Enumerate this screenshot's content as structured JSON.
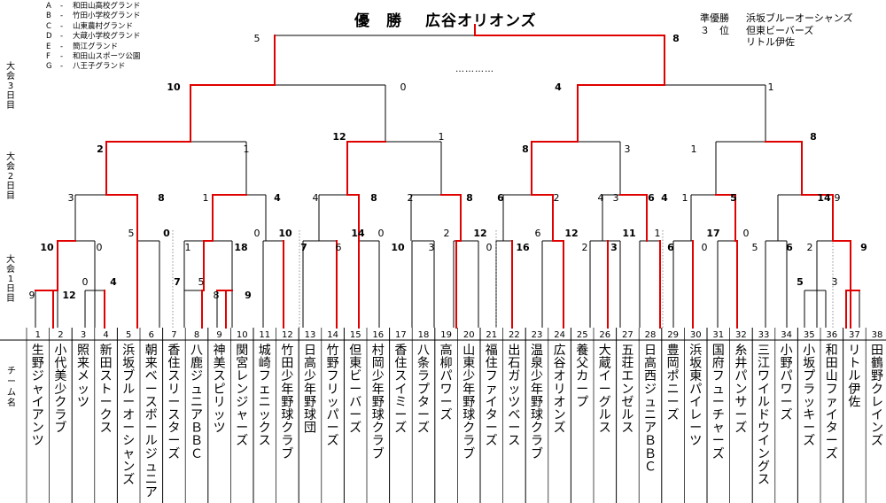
{
  "title": {
    "winner_label": "優　勝",
    "winner": "広谷オリオンズ"
  },
  "runners_up": [
    {
      "label": "準優勝",
      "team": "浜坂ブルーオーシャンズ"
    },
    {
      "label": "３　位",
      "team": "但東ビーバーズ"
    },
    {
      "label": "",
      "team": "リトル伊佐"
    }
  ],
  "grounds": [
    {
      "key": "A",
      "name": "和田山高校グランド"
    },
    {
      "key": "B",
      "name": "竹田小学校グランド"
    },
    {
      "key": "C",
      "name": "山東農村グランド"
    },
    {
      "key": "D",
      "name": "大蔵小学校グランド"
    },
    {
      "key": "E",
      "name": "簡江グランド"
    },
    {
      "key": "F",
      "name": "和田山スポーツ公園"
    },
    {
      "key": "G",
      "name": "八王子グランド"
    }
  ],
  "ground_dash": "-",
  "day_labels": [
    "大会3日目",
    "大会2日目",
    "大会1日目"
  ],
  "team_header": "チーム名",
  "ellipsis": "…………",
  "teams": [
    {
      "no": "1",
      "name": "生野ジャイアンツ"
    },
    {
      "no": "2",
      "name": "小代美少クラブ"
    },
    {
      "no": "3",
      "name": "照来メッツ"
    },
    {
      "no": "4",
      "name": "新田ストークス"
    },
    {
      "no": "5",
      "name": "浜坂ブルーオーシャンズ"
    },
    {
      "no": "6",
      "name": "朝来ベースボールジュニア"
    },
    {
      "no": "7",
      "name": "香住スリースターズ"
    },
    {
      "no": "8",
      "name": "八鹿ジュニアＢＢＣ"
    },
    {
      "no": "9",
      "name": "神美スピリッツ"
    },
    {
      "no": "10",
      "name": "関宮レンジャーズ"
    },
    {
      "no": "11",
      "name": "城崎フェニックス"
    },
    {
      "no": "12",
      "name": "竹田少年野球クラブ"
    },
    {
      "no": "13",
      "name": "日高少年野球団"
    },
    {
      "no": "14",
      "name": "竹野フリッパーズ"
    },
    {
      "no": "15",
      "name": "但東ビーバーズ"
    },
    {
      "no": "16",
      "name": "村岡少年野球クラブ"
    },
    {
      "no": "17",
      "name": "香住スイミーズ"
    },
    {
      "no": "18",
      "name": "八条ラプターズ"
    },
    {
      "no": "19",
      "name": "高柳パワーズ"
    },
    {
      "no": "20",
      "name": "山東少年野球クラブ"
    },
    {
      "no": "21",
      "name": "福住ファイターズ"
    },
    {
      "no": "22",
      "name": "出石ガッツベース"
    },
    {
      "no": "23",
      "name": "温泉少年野球クラブ"
    },
    {
      "no": "24",
      "name": "広谷オリオンズ"
    },
    {
      "no": "25",
      "name": "養父カープ"
    },
    {
      "no": "26",
      "name": "大蔵イーグルス"
    },
    {
      "no": "27",
      "name": "五荘エンゼルス"
    },
    {
      "no": "28",
      "name": "日高西ジュニアＢＢＣ"
    },
    {
      "no": "29",
      "name": "豊岡ポニーズ"
    },
    {
      "no": "30",
      "name": "浜坂東パイレーツ"
    },
    {
      "no": "31",
      "name": "国府フューチャーズ"
    },
    {
      "no": "32",
      "name": "糸井パンサーズ"
    },
    {
      "no": "33",
      "name": "三江ワイルドウイングス"
    },
    {
      "no": "34",
      "name": "小野パワーズ"
    },
    {
      "no": "35",
      "name": "小坂プラッキーズ"
    },
    {
      "no": "36",
      "name": "和田山ファイターズ"
    },
    {
      "no": "37",
      "name": "リトル伊佐"
    },
    {
      "no": "38",
      "name": "田鶴野クレインズ"
    }
  ],
  "colors": {
    "win": "#e00000",
    "line": "#000000"
  },
  "bracket": {
    "scores": [
      {
        "t": "5",
        "b": false
      },
      {
        "t": "8",
        "b": true
      },
      {
        "t": "10",
        "b": true
      },
      {
        "t": "0",
        "b": false
      },
      {
        "t": "4",
        "b": true
      },
      {
        "t": "1",
        "b": false
      },
      {
        "t": "2",
        "b": true
      },
      {
        "t": "1",
        "b": false
      },
      {
        "t": "12",
        "b": true
      },
      {
        "t": "1",
        "b": false
      },
      {
        "t": "8",
        "b": true
      },
      {
        "t": "3",
        "b": false
      },
      {
        "t": "4",
        "b": false
      },
      {
        "t": "6",
        "b": true
      },
      {
        "t": "1",
        "b": false
      },
      {
        "t": "8",
        "b": true
      },
      {
        "t": "3",
        "b": false
      },
      {
        "t": "8",
        "b": true
      },
      {
        "t": "1",
        "b": false
      },
      {
        "t": "4",
        "b": true
      },
      {
        "t": "4",
        "b": false
      },
      {
        "t": "8",
        "b": true
      },
      {
        "t": "2",
        "b": false
      },
      {
        "t": "8",
        "b": true
      },
      {
        "t": "6",
        "b": true
      },
      {
        "t": "2",
        "b": false
      },
      {
        "t": "3",
        "b": false
      },
      {
        "t": "4",
        "b": true
      },
      {
        "t": "1",
        "b": false
      },
      {
        "t": "5",
        "b": true
      },
      {
        "t": "14",
        "b": true
      },
      {
        "t": "9",
        "b": false
      },
      {
        "t": "10",
        "b": true
      },
      {
        "t": "0",
        "b": false
      },
      {
        "t": "5",
        "b": false
      },
      {
        "t": "0",
        "b": true
      },
      {
        "t": "1",
        "b": false
      },
      {
        "t": "18",
        "b": true
      },
      {
        "t": "0",
        "b": false
      },
      {
        "t": "10",
        "b": true
      },
      {
        "t": "7",
        "b": true
      },
      {
        "t": "6",
        "b": false
      },
      {
        "t": "14",
        "b": true
      },
      {
        "t": "0",
        "b": false
      },
      {
        "t": "10",
        "b": true
      },
      {
        "t": "3",
        "b": false
      },
      {
        "t": "2",
        "b": false
      },
      {
        "t": "12",
        "b": true
      },
      {
        "t": "0",
        "b": false
      },
      {
        "t": "16",
        "b": true
      },
      {
        "t": "6",
        "b": false
      },
      {
        "t": "12",
        "b": true
      },
      {
        "t": "2",
        "b": false
      },
      {
        "t": "3",
        "b": true
      },
      {
        "t": "11",
        "b": true
      },
      {
        "t": "1",
        "b": false
      },
      {
        "t": "6",
        "b": true
      },
      {
        "t": "0",
        "b": false
      },
      {
        "t": "17",
        "b": true
      },
      {
        "t": "0",
        "b": false
      },
      {
        "t": "5",
        "b": false
      },
      {
        "t": "6",
        "b": true
      },
      {
        "t": "2",
        "b": false
      },
      {
        "t": "9",
        "b": true
      },
      {
        "t": "9",
        "b": false
      },
      {
        "t": "12",
        "b": true
      },
      {
        "t": "0",
        "b": false
      },
      {
        "t": "4",
        "b": true
      },
      {
        "t": "7",
        "b": true
      },
      {
        "t": "5",
        "b": false
      },
      {
        "t": "8",
        "b": false
      },
      {
        "t": "9",
        "b": true
      },
      {
        "t": "5",
        "b": true
      },
      {
        "t": "3",
        "b": false
      }
    ]
  }
}
